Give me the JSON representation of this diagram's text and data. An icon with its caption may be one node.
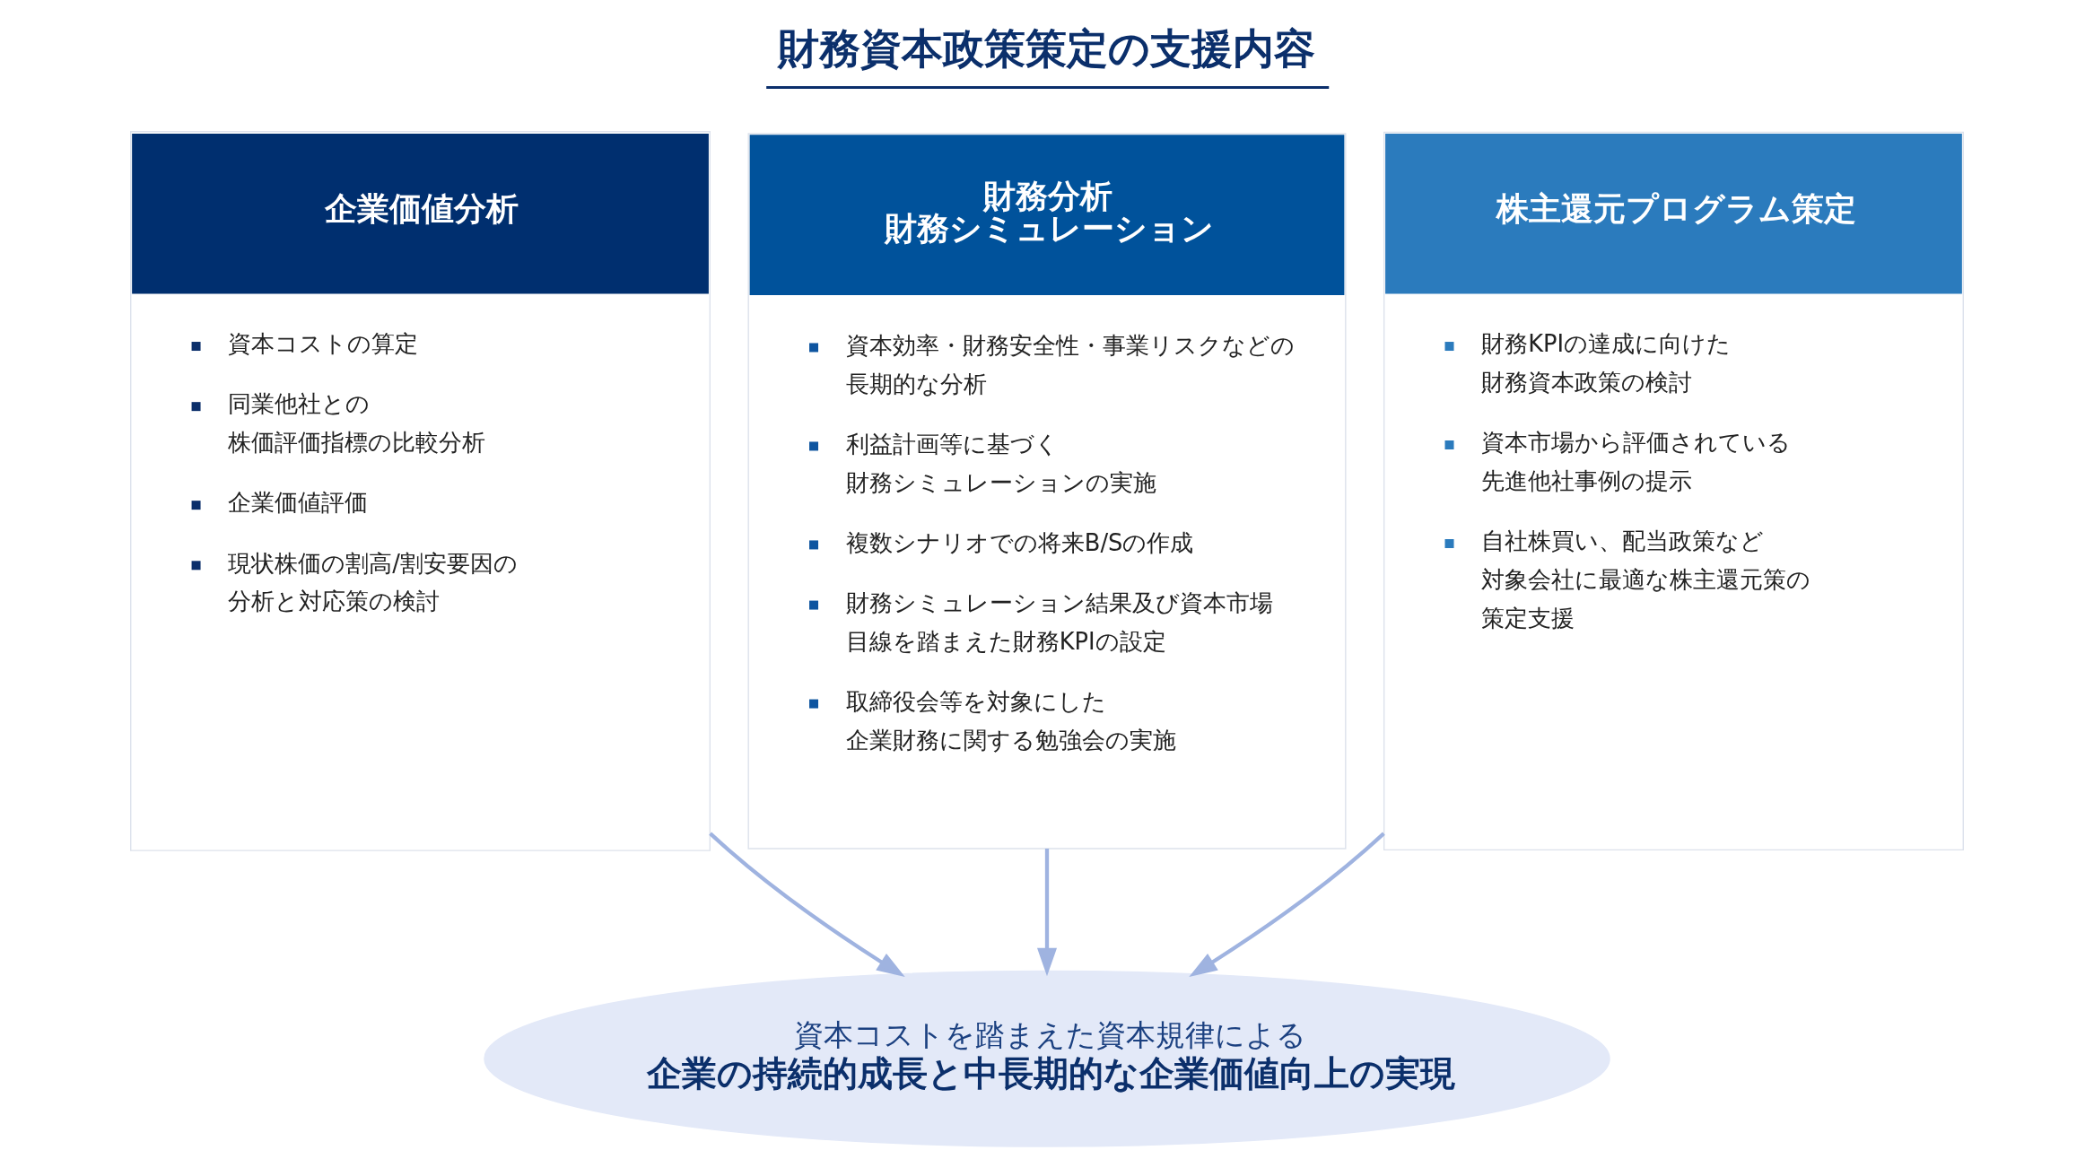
{
  "diagram": {
    "title": "財務資本政策策定の支援内容",
    "nodes": [
      {
        "text": [
          "企業価値分析",
          "資本コストの算定",
          "同業他社との株価評価指標の比較分析",
          "企業価値評価",
          "現状株価の割高/割安要因の分析と対応策の検討"
        ]
      },
      {
        "text": [
          "財務分析財務シミュレーション",
          "資本効率・財務安全性・事業リスクなどの長期的な分析",
          "利益計画等に基づく財務シミュレーションの実施",
          "複数シナリオでの将来B/Sの作成",
          "財務シミュレーション結果及び資本市場目線を踏まえた財務KPIの設定",
          "取締役会等を対象にした企業財務に関する勉強会の実施"
        ]
      },
      {
        "text": [
          "株主還元プログラム策定",
          "財務KPIの達成に向けた財務資本政策の検討",
          "資本市場から評価されている先進他社事例の提示",
          "自社株買い、配当政策など対象会社に最適な株主還元策の策定支援"
        ]
      },
      {
        "text": [
          "資本コストを踏まえた資本規律による",
          "企業の持続的成長と中長期的な企業価値向上の実現"
        ]
      }
    ],
    "edges": [
      {
        "from": 0,
        "to": 3,
        "arrow": "to"
      },
      {
        "from": 1,
        "to": 3,
        "arrow": "to"
      },
      {
        "from": 2,
        "to": 3,
        "arrow": "to"
      }
    ]
  }
}
